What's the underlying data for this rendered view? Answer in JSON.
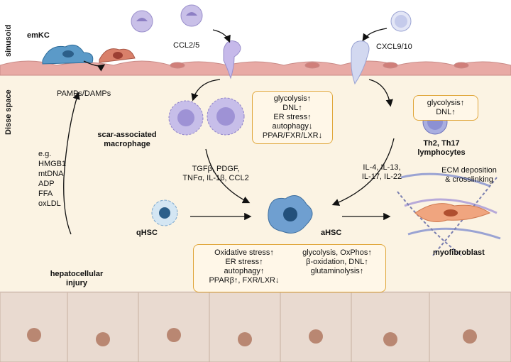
{
  "regions": {
    "sinusoid": "sinusoid",
    "disse_space": "Disse space"
  },
  "labels": {
    "emkc": "emKC",
    "pamps_damps": "PAMPs/DAMPs",
    "ccl25": "CCL2/5",
    "cxcl910": "CXCL9/10",
    "scar_macrophage": [
      "scar-associated",
      "macrophage"
    ],
    "th_lymph": [
      "Th2, Th17",
      "lymphocytes"
    ],
    "eg_list": [
      "e.g.",
      "HMGB1",
      "mtDNA",
      "ADP",
      "FFA",
      "oxLDL"
    ],
    "injury": [
      "hepatocellular",
      "injury"
    ],
    "qhsc": "qHSC",
    "ahsc": "aHSC",
    "myofibroblast": "myofibroblast",
    "ecm": [
      "ECM deposition",
      "& crosslinking"
    ],
    "macro_cytokines": [
      "TGFβ, PDGF,",
      "TNFα, IL-1β, CCL2"
    ],
    "lymph_cytokines": [
      "IL-4, IL-13,",
      "IL-17, IL-22"
    ]
  },
  "boxes": {
    "macrophage_metab": [
      "glycolysis↑",
      "DNL↑",
      "ER stress↑",
      "autophagy↓",
      "PPAR/FXR/LXR↓"
    ],
    "lymph_metab": [
      "glycolysis↑",
      "DNL↑"
    ],
    "hsc_left": [
      "Oxidative stress↑",
      "ER stress↑",
      "autophagy↑",
      "PPARβ↑, FXR/LXR↓"
    ],
    "hsc_right": [
      "glycolysis, OxPhos↑",
      "β-oxidation, DNL↑",
      "glutaminolysis↑"
    ]
  },
  "icons": [
    "kupffer-cell",
    "monocyte",
    "macrophage",
    "lymphocyte",
    "hepatic-stellate-cell",
    "myofibroblast",
    "hepatocyte"
  ],
  "colors": {
    "box_border": "#e0a63a",
    "cell_purple": "#b9aee0",
    "hsc_blue": "#6f9fd0",
    "endothelium": "#e8aaa5",
    "hepatocyte": "#e9dad0"
  }
}
